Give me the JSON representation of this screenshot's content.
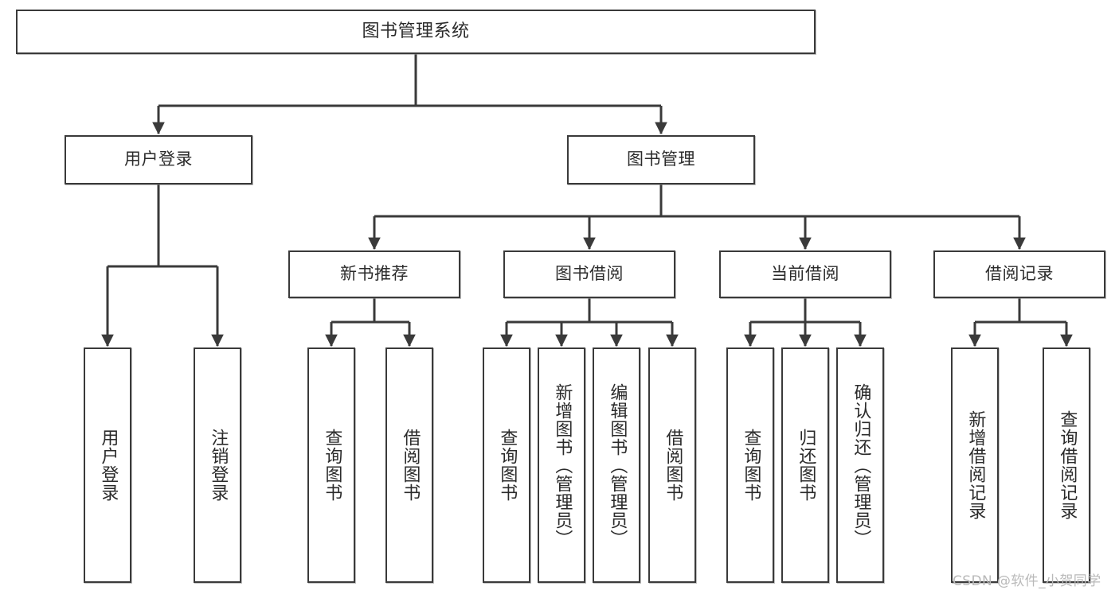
{
  "diagram": {
    "type": "tree",
    "title": "图书管理系统",
    "watermark": "CSDN @软件_小贺同学",
    "style": {
      "box_border_color": "#3a3a3a",
      "box_fill_color": "#ffffff",
      "edge_color": "#3a3a3a",
      "text_color": "#2b2b2b",
      "background": "#ffffff",
      "watermark_color": "#b9b9b9"
    },
    "nodes": {
      "root": {
        "label": "图书管理系统"
      },
      "level2": [
        {
          "label": "用户登录"
        },
        {
          "label": "图书管理"
        }
      ],
      "level3": [
        {
          "label": "新书推荐"
        },
        {
          "label": "图书借阅"
        },
        {
          "label": "当前借阅"
        },
        {
          "label": "借阅记录"
        }
      ],
      "leaves": {
        "user_login": [
          {
            "label": "用户登录"
          },
          {
            "label": "注销登录"
          }
        ],
        "new_book": [
          {
            "label": "查询图书"
          },
          {
            "label": "借阅图书"
          }
        ],
        "book_borrow": [
          {
            "label": "查询图书"
          },
          {
            "label": "新增图书（管理员）"
          },
          {
            "label": "编辑图书（管理员）"
          },
          {
            "label": "借阅图书"
          }
        ],
        "current_borrow": [
          {
            "label": "查询图书"
          },
          {
            "label": "归还图书"
          },
          {
            "label": "确认归还（管理员）"
          }
        ],
        "borrow_record": [
          {
            "label": "新增借阅记录"
          },
          {
            "label": "查询借阅记录"
          }
        ]
      }
    }
  }
}
